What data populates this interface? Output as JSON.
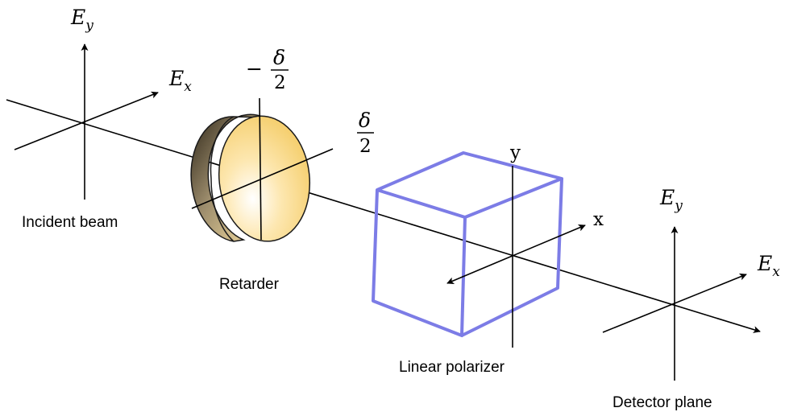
{
  "labels": {
    "incident_beam": "Incident beam",
    "retarder": "Retarder",
    "linear_polarizer": "Linear polarizer",
    "detector_plane": "Detector plane"
  },
  "incident_axes": {
    "ey_main": "E",
    "ey_sub": "y",
    "ex_main": "E",
    "ex_sub": "x"
  },
  "detector_axes": {
    "ey_main": "E",
    "ey_sub": "y",
    "ex_main": "E",
    "ex_sub": "x"
  },
  "retarder_phases": {
    "minus_sign": "−",
    "numerator": "δ",
    "denominator": "2"
  },
  "polarizer_axes": {
    "x_label": "x",
    "y_label": "y"
  },
  "colors": {
    "polarizer_edge": "#7c7ce6",
    "retarder_face": "#f8d98a",
    "retarder_rim_dark": "#3a3020",
    "axis": "#000000"
  }
}
